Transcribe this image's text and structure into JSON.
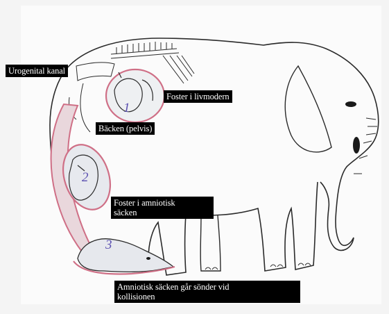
{
  "labels": {
    "urogenital_canal": "Urogenital kanal",
    "fetus_in_uterus": "Foster i livmodern",
    "pelvis": "Bäcken (pelvis)",
    "fetus_in_amniotic_sac": "Foster i amniotisk\nsäcken",
    "amniotic_sac_breaks": "Amniotisk säcken går sönder vid\nkollisionen"
  },
  "stages": {
    "one": "1",
    "two": "2",
    "three": "3"
  },
  "colors": {
    "outline": "#2a2a2a",
    "sac": "#cf6f86",
    "sac_fill": "#e9d7dc",
    "stage_number": "#5a4fb0",
    "label_bg": "#000000",
    "label_text": "#ffffff"
  },
  "icons": {
    "elephant": "elephant-outline-drawing",
    "skeleton": "spine-and-pelvis-sketch"
  }
}
